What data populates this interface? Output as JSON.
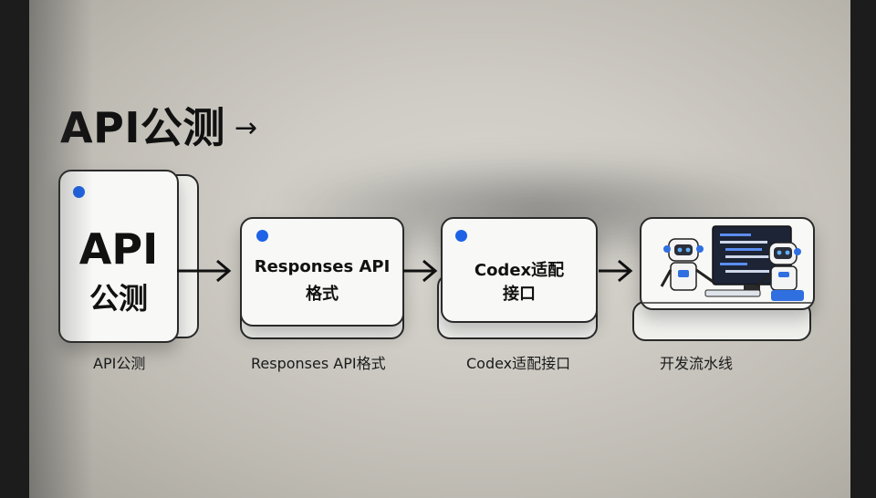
{
  "title": "API公测",
  "title_arrow": "→",
  "nodes": [
    {
      "line1": "API",
      "line2": "公测",
      "caption": "API公测"
    },
    {
      "line1": "Responses API",
      "line2": "格式",
      "caption": "Responses API格式"
    },
    {
      "line1": "Codex适配",
      "line2": "接口",
      "caption": "Codex适配接口"
    },
    {
      "caption": "开发流水线"
    }
  ],
  "colors": {
    "accent": "#1e63e6",
    "robot_blue": "#2f6fe0",
    "screen": "#1c2436"
  },
  "icons": [
    "robot-icon",
    "code-monitor-icon"
  ]
}
